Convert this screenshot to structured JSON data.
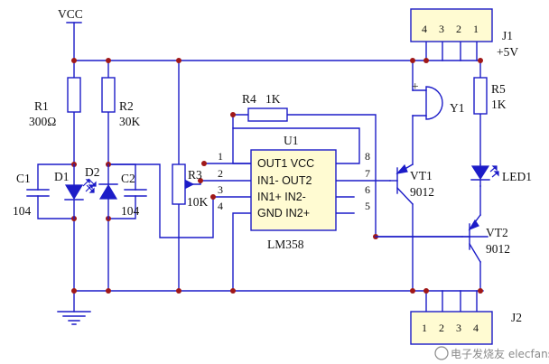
{
  "vcc_label": "VCC",
  "components": {
    "r1": {
      "ref": "R1",
      "value": "300Ω"
    },
    "r2": {
      "ref": "R2",
      "value": "30K"
    },
    "r3": {
      "ref": "R3",
      "value": "10K"
    },
    "r4": {
      "ref": "R4",
      "value": "1K"
    },
    "r5": {
      "ref": "R5",
      "value": "1K"
    },
    "c1": {
      "ref": "C1",
      "value": "104"
    },
    "c2": {
      "ref": "C2",
      "value": "104"
    },
    "d1": {
      "ref": "D1"
    },
    "d2": {
      "ref": "D2"
    },
    "u1": {
      "ref": "U1",
      "part": "LM358",
      "rows": [
        "OUT1 VCC",
        "IN1- OUT2",
        "IN1+ IN2-",
        "GND IN2+"
      ],
      "left_pins": [
        "1",
        "2",
        "3",
        "4"
      ],
      "right_pins": [
        "8",
        "7",
        "6",
        "5"
      ]
    },
    "vt1": {
      "ref": "VT1",
      "value": "9012"
    },
    "vt2": {
      "ref": "VT2",
      "value": "9012"
    },
    "y1": {
      "ref": "Y1",
      "polarity": "+"
    },
    "led1": {
      "ref": "LED1"
    },
    "j1": {
      "ref": "J1",
      "voltage": "+5V",
      "pins": [
        "4",
        "3",
        "2",
        "1"
      ]
    },
    "j2": {
      "ref": "J2",
      "pins": [
        "1",
        "2",
        "3",
        "4"
      ]
    }
  },
  "watermark": "电子发烧友 elecfans.com"
}
